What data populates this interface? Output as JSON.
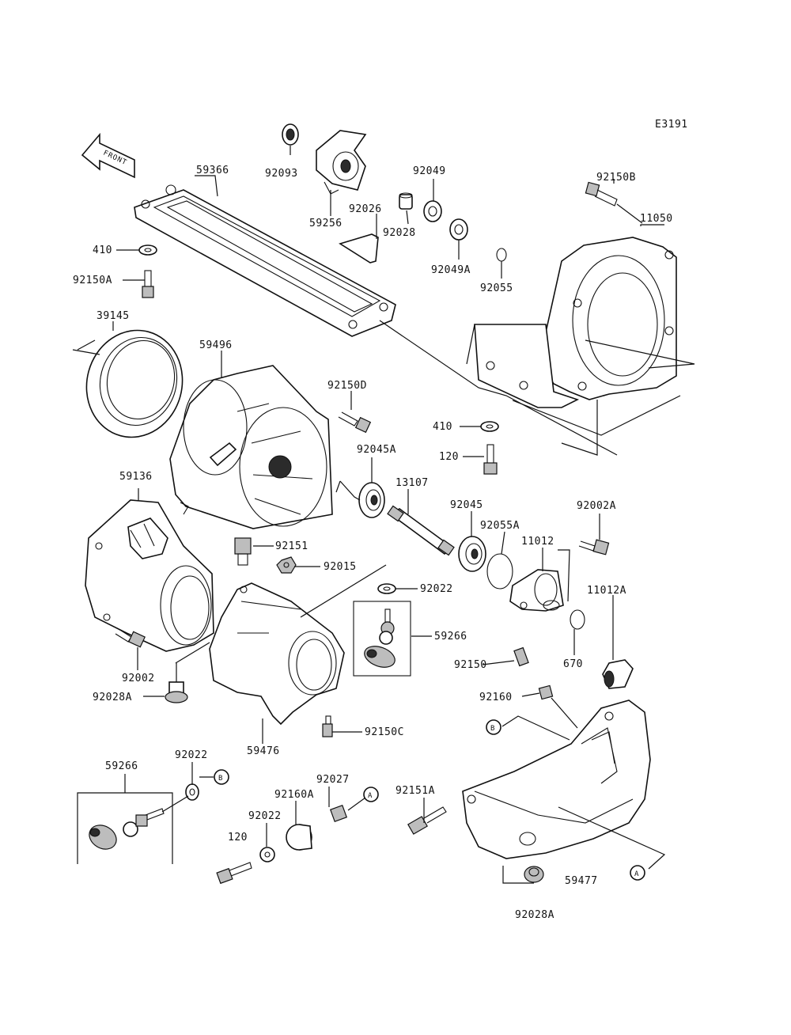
{
  "diagram": {
    "ref_code": "E3191",
    "front_arrow_label": "FRONT",
    "labels": {
      "p59366": "59366",
      "p92093": "92093",
      "p59256": "59256",
      "p92026": "92026",
      "p92049": "92049",
      "p92028": "92028",
      "p92049A": "92049A",
      "p92055": "92055",
      "p92150B": "92150B",
      "p11050": "11050",
      "p410a": "410",
      "p92150A": "92150A",
      "p39145": "39145",
      "p59496": "59496",
      "p92150D": "92150D",
      "p410b": "410",
      "p92045A": "92045A",
      "p120a": "120",
      "p59136": "59136",
      "p13107": "13107",
      "p92045": "92045",
      "p92055A": "92055A",
      "p11012": "11012",
      "p92002A": "92002A",
      "p92151": "92151",
      "p92015": "92015",
      "p92022a": "92022",
      "p11012A": "11012A",
      "p59266a": "59266",
      "p92150": "92150",
      "p670": "670",
      "p92002": "92002",
      "p92028A1": "92028A",
      "p92160": "92160",
      "p92150C": "92150C",
      "p59476": "59476",
      "p59266b": "59266",
      "p92022b": "92022",
      "p92027": "92027",
      "p92160A": "92160A",
      "p92151A": "92151A",
      "p92022c": "92022",
      "p120b": "120",
      "p59477": "59477",
      "p92028A2": "92028A"
    },
    "callouts": {
      "a1": "A",
      "a2": "A",
      "b1": "B",
      "b2": "B"
    }
  }
}
